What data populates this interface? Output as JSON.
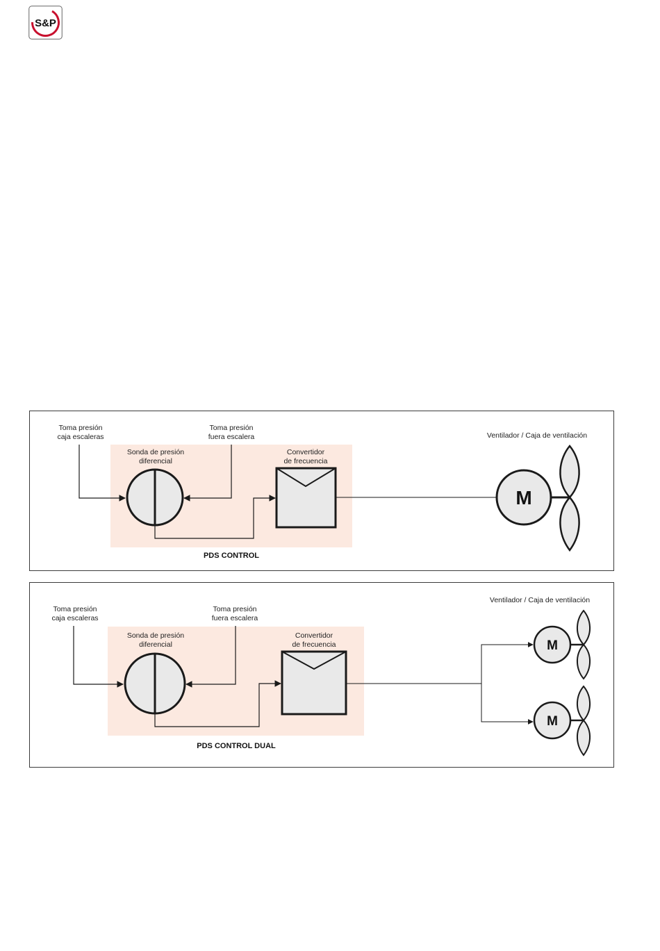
{
  "brand": {
    "logo_text": "S&P"
  },
  "colors": {
    "accent": "#c8102e",
    "panel_fill": "#fce9e0",
    "device_fill": "#e9e9e9",
    "stroke": "#1a1a1a"
  },
  "diagram1": {
    "title": "PDS CONTROL",
    "inlet_left": {
      "line1": "Toma presión",
      "line2": "caja escaleras"
    },
    "inlet_right": {
      "line1": "Toma presión",
      "line2": "fuera escalera"
    },
    "sensor": {
      "line1": "Sonda de presión",
      "line2": "diferencial"
    },
    "converter": {
      "line1": "Convertidor",
      "line2": "de frecuencia"
    },
    "fan_label": "Ventilador / Caja de ventilación",
    "motor_label": "M"
  },
  "diagram2": {
    "title": "PDS CONTROL DUAL",
    "inlet_left": {
      "line1": "Toma presión",
      "line2": "caja escaleras"
    },
    "inlet_right": {
      "line1": "Toma presión",
      "line2": "fuera escalera"
    },
    "sensor": {
      "line1": "Sonda de presión",
      "line2": "diferencial"
    },
    "converter": {
      "line1": "Convertidor",
      "line2": "de frecuencia"
    },
    "fan_label": "Ventilador / Caja de ventilación",
    "motor_label_top": "M",
    "motor_label_bottom": "M"
  }
}
